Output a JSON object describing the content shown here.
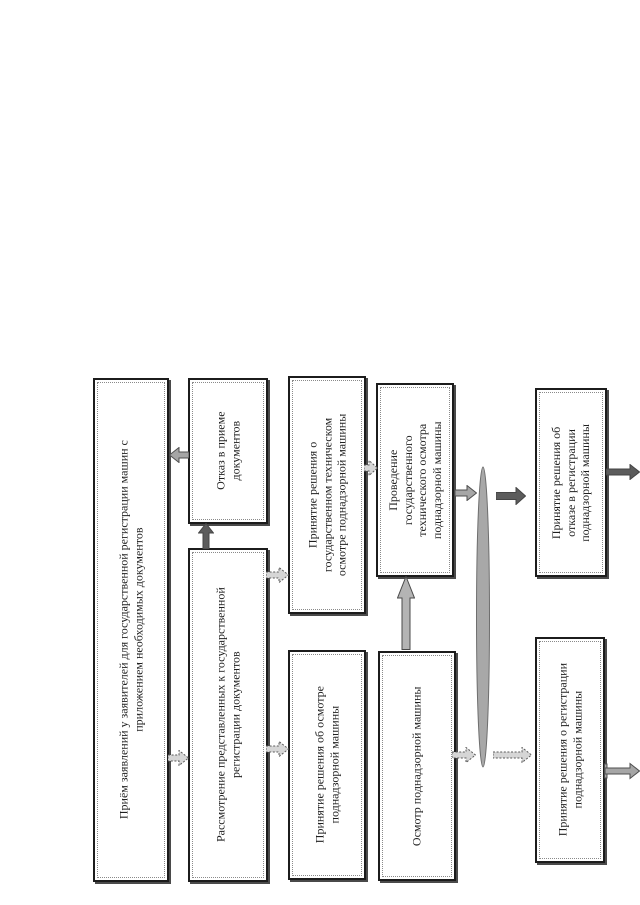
{
  "diagram_type": "flowchart",
  "orientation": "text rotated 90deg counterclockwise (reads bottom to top)",
  "boxes": [
    {
      "id": "priyom-zayavleniy",
      "label": "Приём заявлений у заявителей для государственной регистрации машин с приложением необходимых документов"
    },
    {
      "id": "otkaz-v-prieme",
      "label": "Отказ в приеме документов"
    },
    {
      "id": "rassmotrenie",
      "label": "Рассмотрение представленных к государственной регистрации документов"
    },
    {
      "id": "reshenie-o-tekhosmotre",
      "label": "Принятие решения о государственном техническом осмотре поднадзорной машины"
    },
    {
      "id": "reshenie-ob-osmotre",
      "label": "Принятие решения об осмотре поднадзорной машины"
    },
    {
      "id": "provedenie-tekhosmotra",
      "label": "Проведение государственного технического осмотра поднадзорной машины"
    },
    {
      "id": "osmotr",
      "label": "Осмотр поднадзорной машины"
    },
    {
      "id": "otkaz-v-registratsii",
      "label": "Принятие решения об отказе в регистрации поднадзорной машины"
    },
    {
      "id": "registratsiya",
      "label": "Принятие решения о регистрации поднадзорной машины"
    }
  ],
  "connector_ellipse": {
    "shape": "tall thin vertical ellipse",
    "role": "junction between inspection boxes and decision boxes"
  },
  "connections": [
    {
      "from": "otkaz-v-prieme",
      "to": "priyom-zayavleniy",
      "style": "gray",
      "direction": "left"
    },
    {
      "from": "rassmotrenie",
      "to": "otkaz-v-prieme",
      "style": "solid",
      "direction": "up"
    },
    {
      "from": "priyom-zayavleniy",
      "to": "rassmotrenie",
      "style": "hatched",
      "direction": "right"
    },
    {
      "from": "rassmotrenie",
      "to": "reshenie-o-tekhosmotre",
      "style": "hatched",
      "direction": "right"
    },
    {
      "from": "rassmotrenie",
      "to": "reshenie-ob-osmotre",
      "style": "hatched",
      "direction": "right"
    },
    {
      "from": "reshenie-o-tekhosmotre",
      "to": "provedenie-tekhosmotra",
      "style": "hatched",
      "direction": "right"
    },
    {
      "from": "osmotr",
      "to": "provedenie-tekhosmotra",
      "style": "thick-gray",
      "direction": "up"
    },
    {
      "from": "provedenie-tekhosmotra",
      "to": "ellipse",
      "style": "gray",
      "direction": "right"
    },
    {
      "from": "ellipse",
      "to": "otkaz-v-registratsii",
      "style": "solid",
      "direction": "right"
    },
    {
      "from": "osmotr",
      "to": "ellipse",
      "style": "hatched",
      "direction": "right"
    },
    {
      "from": "ellipse",
      "to": "registratsiya",
      "style": "hatched",
      "direction": "right"
    },
    {
      "from": "otkaz-v-registratsii",
      "to": "off-canvas-right",
      "style": "solid",
      "direction": "right"
    },
    {
      "from": "registratsiya",
      "to": "off-canvas-right",
      "style": "gray",
      "direction": "right"
    }
  ],
  "colors": {
    "background": "#ffffff",
    "box_fill": "#ffffff",
    "box_border": "#1c1c1c",
    "box_shadow": "#4a4a4a",
    "text": "#1f1f1f",
    "arrow_solid": "#5c5c5c",
    "arrow_gray": "#a6a6a6",
    "arrow_hatched_fill": "#d6d6d6",
    "ellipse_fill": "#a8a8a8"
  }
}
